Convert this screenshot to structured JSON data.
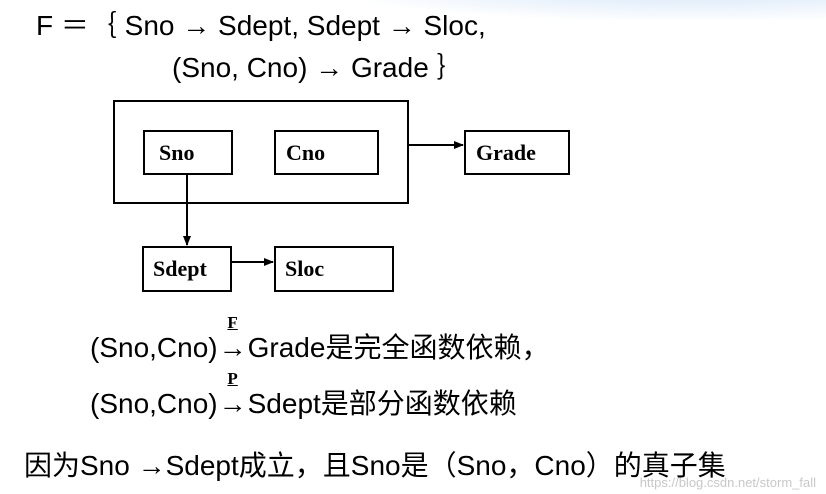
{
  "fd_set": {
    "line1": "F ＝｛ Sno → Sdept,  Sdept → Sloc,",
    "line2": "(Sno, Cno) → Grade ｝"
  },
  "diagram": {
    "nodes": {
      "sno": "Sno",
      "cno": "Cno",
      "grade": "Grade",
      "sdept": "Sdept",
      "sloc": "Sloc"
    }
  },
  "statements": [
    {
      "lhs": "(Sno,Cno)",
      "arrow": "→",
      "label": "F",
      "rhs": "Grade是完全函数依赖，"
    },
    {
      "lhs": "(Sno,Cno)",
      "arrow": "→",
      "label": "P",
      "rhs": "Sdept是部分函数依赖"
    }
  ],
  "conclusion": "因为Sno →Sdept成立，且Sno是（Sno，Cno）的真子集",
  "watermark": "https://blog.csdn.net/storm_fall"
}
